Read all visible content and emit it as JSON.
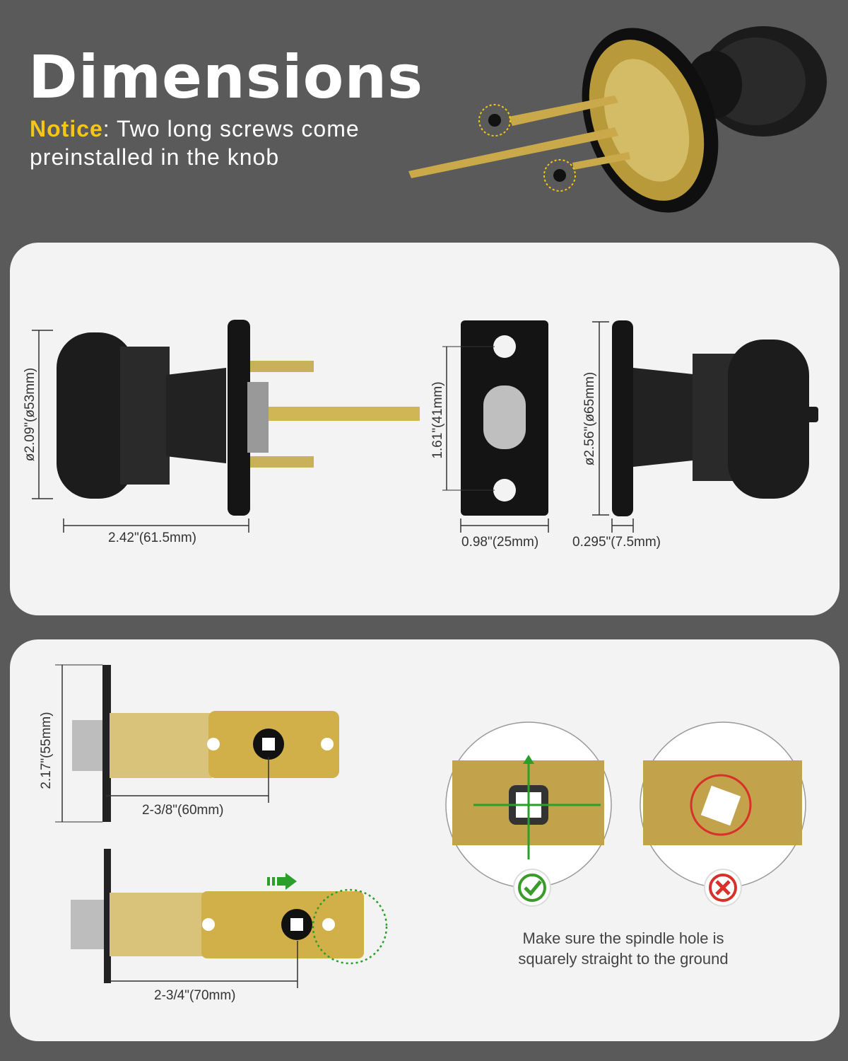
{
  "header": {
    "title": "Dimensions",
    "notice_label": "Notice",
    "notice_text": ": Two long screws come preinstalled in the knob"
  },
  "knob_panel": {
    "knob_diameter": "ø2.09\"(ø53mm)",
    "knob_length": "2.42\"(61.5mm)",
    "strike_hole_spacing": "1.61\"(41mm)",
    "strike_width": "0.98\"(25mm)",
    "rose_diameter": "ø2.56\"(ø65mm)",
    "rose_thickness": "0.295\"(7.5mm)"
  },
  "latch_panel": {
    "faceplate_height": "2.17\"(55mm)",
    "backset_short": "2-3/8\"(60mm)",
    "backset_long": "2-3/4\"(70mm)",
    "correct_icon": "check-icon",
    "wrong_icon": "cross-icon",
    "message": "Make sure the spindle hole is squarely straight to the ground"
  },
  "colors": {
    "background": "#5a5a5a",
    "panel": "#f3f3f3",
    "notice_accent": "#f5c518",
    "brass": "#c9b15a",
    "correct": "#3a9a2a",
    "wrong": "#d8302a"
  }
}
